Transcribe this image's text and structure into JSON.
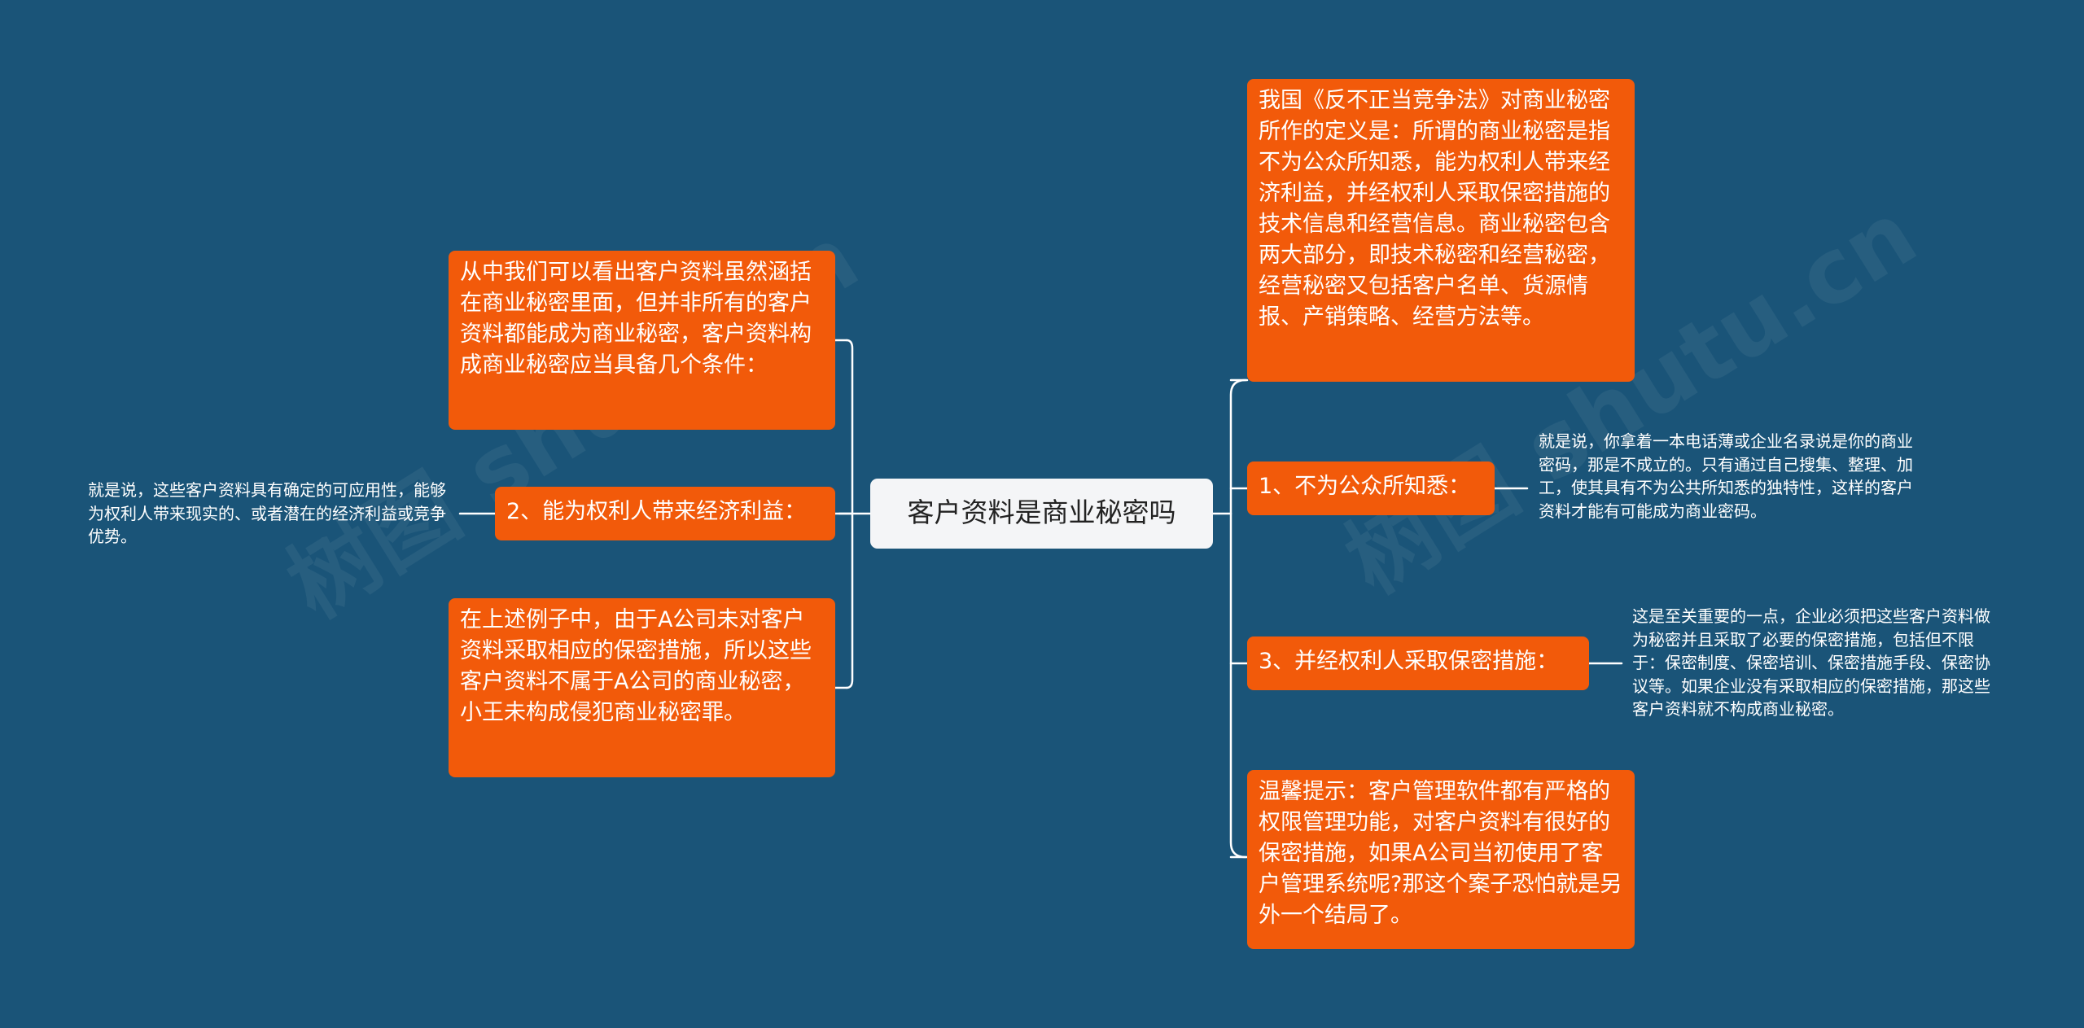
{
  "center": {
    "label": "客户资料是商业秘密吗"
  },
  "left": {
    "node_conditions": "从中我们可以看出客户资料虽然涵括在商业秘密里面，但并非所有的客户资料都能成为商业秘密，客户资料构成商业秘密应当具备几个条件：",
    "node_benefit": "2、能为权利人带来经济利益：",
    "node_example": "在上述例子中，由于A公司未对客户资料采取相应的保密措施，所以这些客户资料不属于A公司的商业秘密，小王未构成侵犯商业秘密罪。",
    "note_benefit": "就是说，这些客户资料具有确定的可应用性，能够为权利人带来现实的、或者潜在的经济利益或竞争优势。"
  },
  "right": {
    "node_definition": "我国《反不正当竞争法》对商业秘密所作的定义是：所谓的商业秘密是指不为公众所知悉，能为权利人带来经济利益，并经权利人采取保密措施的技术信息和经营信息。商业秘密包含两大部分，即技术秘密和经营秘密，经营秘密又包括客户名单、货源情报、产销策略、经营方法等。",
    "node_unknown": "1、不为公众所知悉：",
    "note_unknown": "就是说，你拿着一本电话薄或企业名录说是你的商业密码，那是不成立的。只有通过自己搜集、整理、加工，使其具有不为公共所知悉的独特性，这样的客户资料才能有可能成为商业密码。",
    "node_measures": "3、并经权利人采取保密措施：",
    "note_measures": "这是至关重要的一点，企业必须把这些客户资料做为秘密并且采取了必要的保密措施，包括但不限于：保密制度、保密培训、保密措施手段、保密协议等。如果企业没有采取相应的保密措施，那这些客户资料就不构成商业秘密。",
    "node_tip": "温馨提示：客户管理软件都有严格的权限管理功能，对客户资料有很好的保密措施，如果A公司当初使用了客户管理系统呢?那这个案子恐怕就是另外一个结局了。"
  },
  "watermark": {
    "left": "树图 shutu.cn",
    "right": "树图 shutu.cn"
  },
  "colors": {
    "background": "#1a5478",
    "node": "#f25a0a",
    "center": "#f4f5f7",
    "connector": "#ffffff"
  }
}
